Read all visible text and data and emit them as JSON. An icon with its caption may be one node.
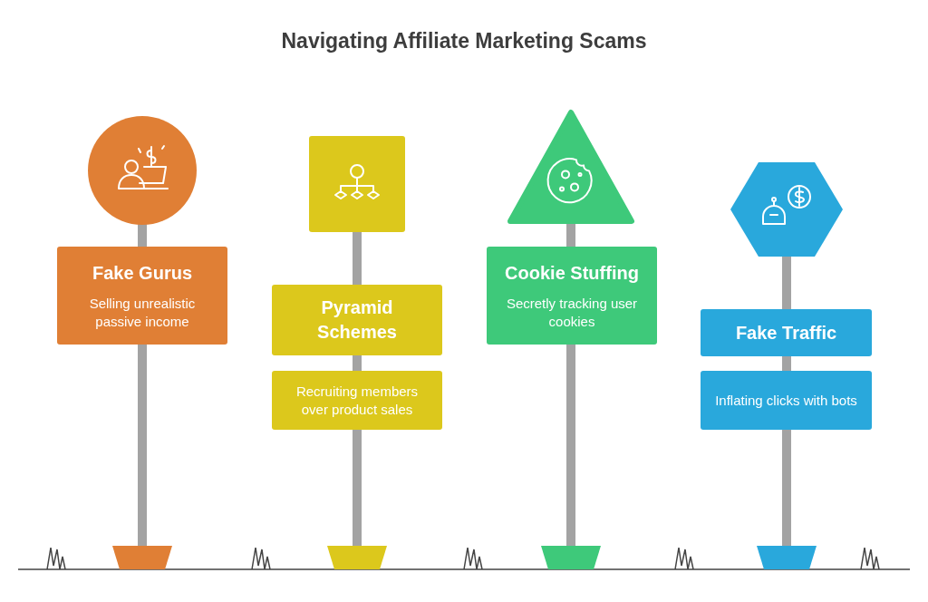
{
  "diagram": {
    "title": "Navigating Affiliate Marketing Scams",
    "nodes": [
      {
        "text": [],
        "shape": "circle"
      },
      {
        "text": [
          "Fake Gurus",
          "Selling unrealistic passive income"
        ]
      },
      {
        "text": [],
        "shape": "box"
      },
      {
        "text": [
          "Pyramid Schemes"
        ]
      },
      {
        "text": [
          "Recruiting members over product sales"
        ]
      },
      {
        "text": [],
        "shape": "triangle"
      },
      {
        "text": [
          "Cookie Stuffing",
          "Secretly tracking user cookies"
        ]
      },
      {
        "text": [],
        "shape": "hexagon"
      },
      {
        "text": [
          "Fake Traffic"
        ]
      },
      {
        "text": [
          "Inflating clicks with bots"
        ]
      }
    ]
  }
}
